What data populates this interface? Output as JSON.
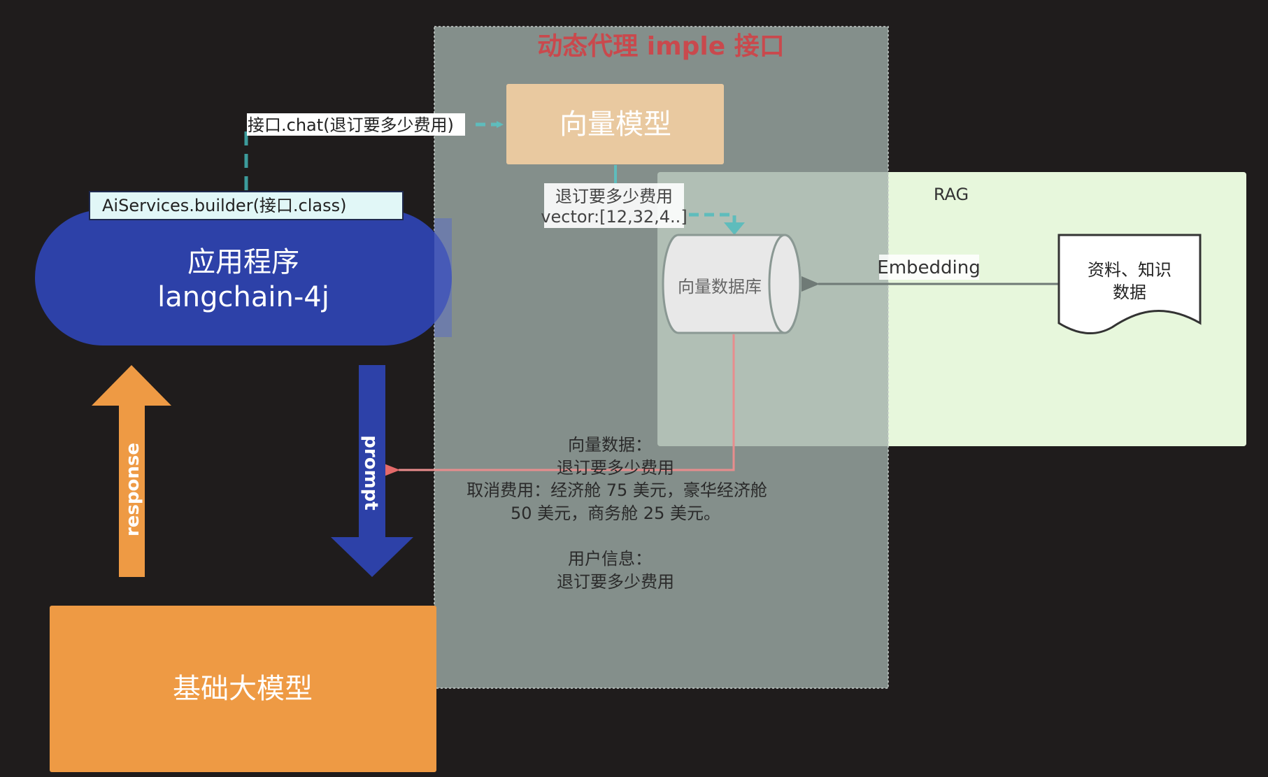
{
  "proxy_region": {
    "title": "动态代理 imple 接口"
  },
  "rag_region": {
    "label": "RAG"
  },
  "vector_model": {
    "label": "向量模型"
  },
  "interface_call": {
    "label": "接口.chat(退订要多少费用)"
  },
  "aiservices": {
    "label": "AiServices.builder(接口.class)"
  },
  "app": {
    "line1": "应用程序",
    "line2": "langchain-4j"
  },
  "vector_query": {
    "line1": "退订要多少费用",
    "line2": "vector:[12,32,4..]"
  },
  "vector_db": {
    "label": "向量数据库"
  },
  "embedding": {
    "label": "Embedding"
  },
  "document": {
    "line1": "资料、知识",
    "line2": "数据"
  },
  "retrieved": {
    "lines": [
      "向量数据：",
      "退订要多少费用",
      "取消费用：经济舱 75 美元，豪华经济舱",
      "50 美元，商务舱 25 美元。",
      "",
      "用户信息：",
      "退订要多少费用"
    ]
  },
  "base_model": {
    "label": "基础大模型"
  },
  "arrow_response": {
    "label": "response"
  },
  "arrow_prompt": {
    "label": "prompt"
  },
  "colors": {
    "background": "#1f1c1c",
    "proxy_fill": "#7f8b87",
    "proxy_title": "#c9494d",
    "rag_fill": "#e7f7dc",
    "vector_model_fill": "#e9c9a0",
    "app_fill": "#2d41a8",
    "base_model_fill": "#ee9a44",
    "response_arrow": "#ee9a44",
    "prompt_arrow": "#2d41a8",
    "teal_arrow": "#5fbcbc",
    "pink_line": "#e88d8d"
  }
}
